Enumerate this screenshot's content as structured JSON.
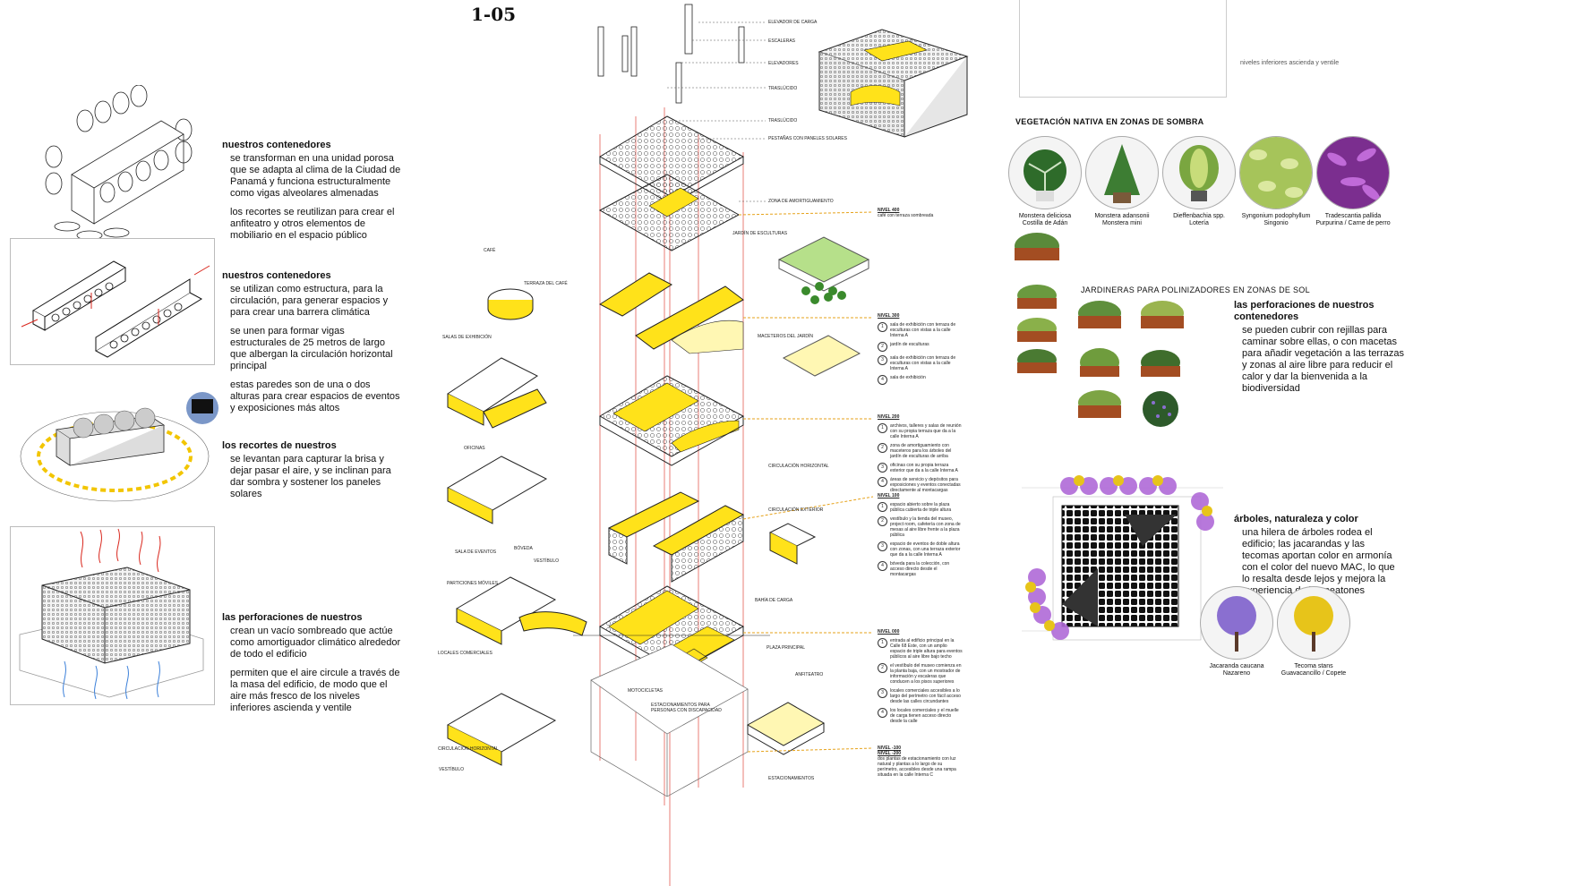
{
  "sheet_code": "1-05",
  "left_notes": [
    {
      "heading": "nuestros contenedores",
      "paragraphs": [
        "se transforman en una unidad porosa que se adapta al clima de la Ciudad de Panamá y funciona estructuralmente como vigas alveolares almenadas",
        "los recortes se reutilizan para crear el anfiteatro y otros elementos de mobiliario en el espacio público"
      ]
    },
    {
      "heading": "nuestros contenedores",
      "paragraphs": [
        "se utilizan como estructura, para la circulación, para generar espacios y para crear una barrera climática",
        "se unen para formar vigas estructurales de 25 metros de largo que albergan la circulación horizontal principal",
        "estas paredes son de una o dos alturas para crear espacios de eventos y exposiciones más altos"
      ]
    },
    {
      "heading": "los recortes de nuestros",
      "paragraphs": [
        "se levantan para capturar la brisa y dejar pasar el aire, y se inclinan para dar sombra y sostener los paneles solares"
      ]
    },
    {
      "heading": "las perforaciones de nuestros",
      "paragraphs": [
        "crean un vacío sombreado que actúe como amortiguador climático alrededor de todo el edificio",
        "permiten que el aire circule a través de la masa del edificio, de modo que el aire más fresco de los niveles inferiores ascienda y ventile"
      ]
    }
  ],
  "axo_labels": {
    "elevador_carga": "ELEVADOR DE CARGA",
    "escaleras": "ESCALERAS",
    "elevadores": "ELEVADORES",
    "traslucido": "TRASLÚCIDO",
    "pestanas": "PESTAÑAS CON PANELES SOLARES",
    "zona_amort": "ZONA DE AMORTIGUAMIENTO",
    "jardin_esculturas": "JARDÍN DE ESCULTURAS",
    "cafe": "CAFÉ",
    "terraza_cafe": "TERRAZA DEL CAFÉ",
    "salas_exhibicion": "SALAS DE EXHIBICIÓN",
    "maceteros": "MACETEROS DEL JARDÍN",
    "oficinas": "OFICINAS",
    "circ_horizontal": "CIRCULACIÓN HORIZONTAL",
    "circ_exterior": "CIRCULACIÓN EXTERIOR",
    "sala_eventos": "SALA DE EVENTOS",
    "boveda": "BÓVEDA",
    "vestibulo": "VESTÍBULO",
    "particiones": "PARTICIONES MÓVILES",
    "bahia_carga": "BAHÍA DE CARGA",
    "locales": "LOCALES COMERCIALES",
    "plaza": "PLAZA PRINCIPAL",
    "anfiteatro": "ANFITEATRO",
    "motocicletas": "MOTOCICLETAS",
    "estac_discap": "ESTACIONAMIENTOS PARA PERSONAS CON DISCAPACIDAD",
    "circ_vertical": "CIRCULACIÓN HORIZONTAL",
    "vestibulo2": "VESTÍBULO",
    "estacionamientos": "ESTACIONAMIENTOS"
  },
  "levels": [
    {
      "title": "NIVEL 400",
      "items": [
        {
          "t": "café con terraza sombreada"
        }
      ]
    },
    {
      "title": "NIVEL 300",
      "items": [
        {
          "n": "1",
          "t": "sala de exhibición con terraza de esculturas con vistas a la calle Interna A"
        },
        {
          "n": "2",
          "t": "jardín de esculturas"
        },
        {
          "n": "3",
          "t": "sala de exhibición con terraza de esculturas con vistas a la calle Interna A"
        },
        {
          "n": "4",
          "t": "sala de exhibición"
        }
      ]
    },
    {
      "title": "NIVEL 200",
      "items": [
        {
          "n": "1",
          "t": "archivos, talleres y salas de reunión con su propia terraza que da a la calle Interna A"
        },
        {
          "n": "2",
          "t": "zona de amortiguamiento con maceteros para los árboles del jardín de esculturas de arriba"
        },
        {
          "n": "3",
          "t": "oficinas con su propia terraza exterior que da a la calle Interna A"
        },
        {
          "n": "4",
          "t": "áreas de servicio y depósitos para exposiciones y eventos conectadas directamente al montacargas"
        }
      ]
    },
    {
      "title": "NIVEL 100",
      "items": [
        {
          "n": "1",
          "t": "espacio abierto sobre la plaza pública cubierta de triple altura"
        },
        {
          "n": "2",
          "t": "vestíbulo y la tienda del museo, project room, cafetería con zona de mesas al aire libre frente a la plaza pública"
        },
        {
          "n": "3",
          "t": "espacio de eventos de doble altura con zonas, con una terraza exterior que da a la calle Interna A"
        },
        {
          "n": "4",
          "t": "bóveda para la colección, con acceso directo desde el montacargas"
        }
      ]
    },
    {
      "title": "NIVEL 000",
      "items": [
        {
          "n": "1",
          "t": "entrada al edificio principal en la Calle 68 Este, con un amplio espacio de triple altura para eventos públicos al aire libre bajo techo"
        },
        {
          "n": "2",
          "t": "el vestíbulo del museo comienza en la planta baja, con un mostrador de información y escaleras que conducen a los pisos superiores"
        },
        {
          "n": "3",
          "t": "locales comerciales accesibles a lo largo del perímetro con fácil acceso desde las calles circundantes"
        },
        {
          "n": "4",
          "t": "los locales comerciales y el muelle de carga tienen acceso directo desde la calle"
        }
      ]
    },
    {
      "title": "NIVEL -100",
      "items": []
    },
    {
      "title": "NIVEL -200",
      "items": [
        {
          "t": "dos plantas de estacionamiento con luz natural y plantas a lo largo de su perímetro, accesibles desde una rampa situada en la calle Interna C"
        }
      ]
    }
  ],
  "right": {
    "top_caption": "niveles inferiores ascienda y ventile",
    "shade_title": "VEGETACIÓN NATIVA EN ZONAS DE SOMBRA",
    "shade_plants": [
      {
        "name": "Monstera deliciosa\nCostilla de Adán",
        "color": "#2e6b2a"
      },
      {
        "name": "Monstera adansonii\nMonstera mini",
        "color": "#3d7d33"
      },
      {
        "name": "Dieffenbachia spp.\nLotería",
        "color": "#7aa640"
      },
      {
        "name": "Syngonium podophyllum\nSingonio",
        "color": "#a6c45a"
      },
      {
        "name": "Tradescantia pallida\nPurpurina / Carne de perro",
        "color": "#7b2e8f"
      }
    ],
    "sun_title": "JARDINERAS PARA POLINIZADORES EN ZONAS DE SOL",
    "sun_note": {
      "heading": "las perforaciones de nuestros contenedores",
      "text": "se pueden cubrir con rejillas para caminar sobre ellas, o con macetas para añadir vegetación a las terrazas y zonas al aire libre para reducir el calor y dar la bienvenida a la biodiversidad"
    },
    "tree_note": {
      "heading": "árboles, naturaleza y color",
      "text": "una hilera de árboles rodea el edificio; las jacarandas y las tecomas aportan color en armonía con el color del nuevo MAC, lo que lo resalta desde lejos y mejora la experiencia de los peatones"
    },
    "trees": [
      {
        "name": "Jacaranda caucana\nNazareno",
        "color": "#8a6fd0"
      },
      {
        "name": "Tecoma stans\nGuavacancillo / Copete",
        "color": "#e7c41a"
      }
    ]
  },
  "colors": {
    "accent": "#ffe21a",
    "accent_dark": "#f2c500",
    "red": "#d9261c",
    "orange_dash": "#e6a21a",
    "purple": "#b06ad8"
  }
}
